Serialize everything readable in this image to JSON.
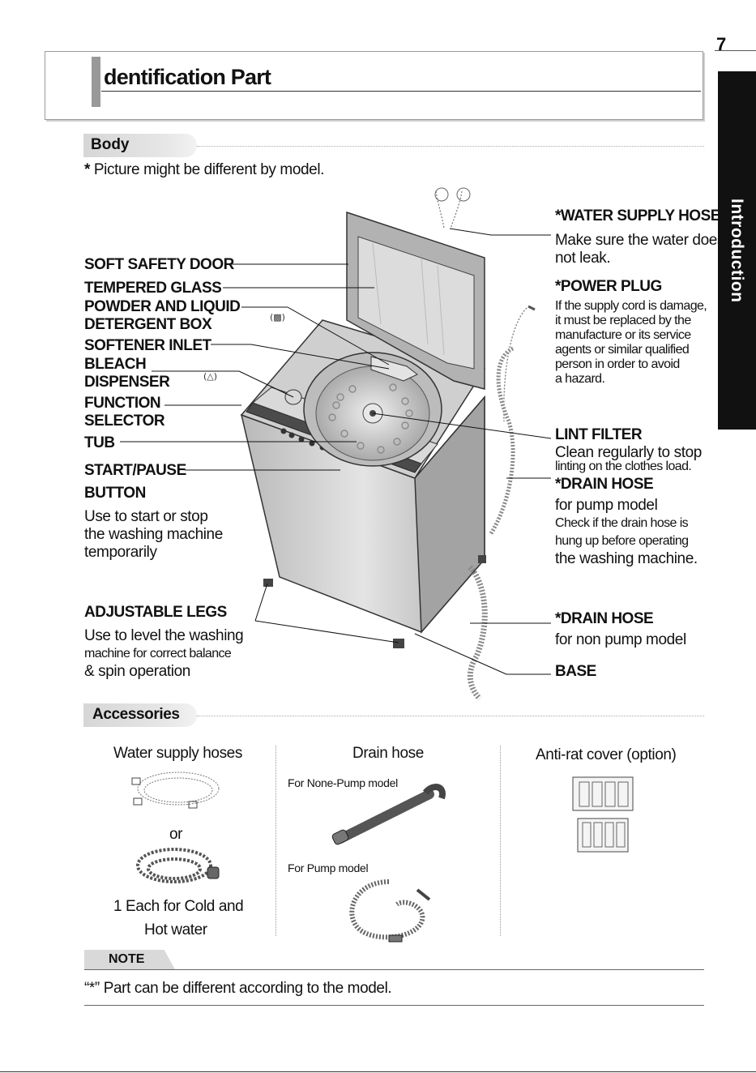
{
  "page_number": "7",
  "side_tab": "Introduction",
  "title": "dentification Part",
  "body_section": {
    "heading": "Body",
    "note_asterisk": "*",
    "note_text": "Picture might be different by model."
  },
  "left_labels": {
    "soft_safety_door": "SOFT SAFETY DOOR",
    "tempered_glass": "TEMPERED GLASS",
    "powder_line1": "POWDER AND LIQUID",
    "powder_line2": "DETERGENT BOX",
    "softener_inlet": "SOFTENER INLET",
    "bleach_line1": "BLEACH",
    "bleach_line2": "DISPENSER",
    "function_line1": "FUNCTION",
    "function_line2": "SELECTOR",
    "tub": "TUB",
    "start_line1": "START/PAUSE",
    "start_line2": "BUTTON",
    "start_desc1": "Use to start or stop",
    "start_desc2": "the washing machine",
    "start_desc3": "temporarily",
    "legs_title": "ADJUSTABLE LEGS",
    "legs_desc1": "Use to level the washing",
    "legs_desc2": "machine for correct balance",
    "legs_desc3": "& spin operation"
  },
  "right_labels": {
    "water_supply_title": "*WATER SUPPLY HOSE",
    "water_supply_desc1": "Make sure the water does",
    "water_supply_desc2": "not leak.",
    "power_plug_title": "*POWER PLUG",
    "power_desc1": "If the supply cord is damage,",
    "power_desc2": "it must be replaced by the",
    "power_desc3": "manufacture or its service",
    "power_desc4": "agents or similar qualified",
    "power_desc5": "person in order to avoid",
    "power_desc6": "a hazard.",
    "lint_title": "LINT FILTER",
    "lint_desc1": "Clean regularly to stop",
    "lint_desc2": "linting on the clothes load.",
    "drain_pump_title": "*DRAIN HOSE",
    "drain_pump_desc1": "for pump model",
    "drain_pump_desc2": "Check if the drain hose is",
    "drain_pump_desc3": "hung up before operating",
    "drain_pump_desc4": "the washing machine.",
    "drain_nonpump_title": "*DRAIN HOSE",
    "drain_nonpump_desc": "for non pump model",
    "base": "BASE"
  },
  "accessories": {
    "heading": "Accessories",
    "water_hoses_title": "Water supply hoses",
    "or_text": "or",
    "each_line1": "1 Each for Cold and",
    "each_line2": "Hot water",
    "drain_hose_title": "Drain hose",
    "none_pump_caption": "For None-Pump model",
    "pump_caption": "For Pump model",
    "anti_rat_title": "Anti-rat cover (option)"
  },
  "note": {
    "label": "NOTE",
    "text": "“*” Part can be different according to the model."
  }
}
